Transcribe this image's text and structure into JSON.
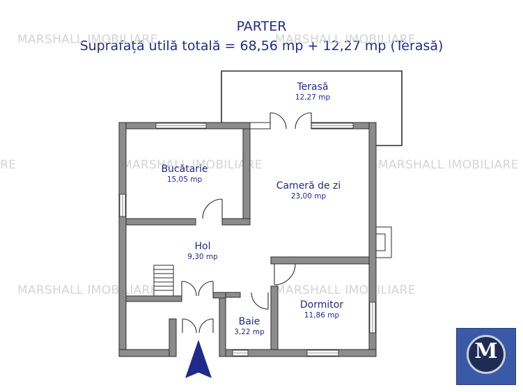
{
  "header": {
    "title": "PARTER",
    "subtitle": "Suprafață utilă totală = 68,56 mp + 12,27 mp (Terasă)"
  },
  "watermark": {
    "text": "MARSHALL IMOBILIARE",
    "text_partial": "RE"
  },
  "rooms": [
    {
      "name": "Terasă",
      "area": "12,27 mp"
    },
    {
      "name": "Bucătarie",
      "area": "15,05 mp"
    },
    {
      "name": "Cameră de zi",
      "area": "23,00 mp"
    },
    {
      "name": "Hol",
      "area": "9,30 mp"
    },
    {
      "name": "Dormitor",
      "area": "11,86 mp"
    },
    {
      "name": "Baie",
      "area": "3,22 mp"
    }
  ],
  "logo": {
    "letter": "M",
    "icon": "marshall-logo-icon"
  },
  "entrance_marker": {
    "icon": "north-arrow-icon"
  },
  "colors": {
    "text": "#1f2a8c",
    "wall": "#8c8c8c",
    "wall_outline": "#2b2b2b",
    "arrow": "#1f2a8c",
    "watermark": "#d4d4d4",
    "logo_bg": "#3a5aa8"
  }
}
